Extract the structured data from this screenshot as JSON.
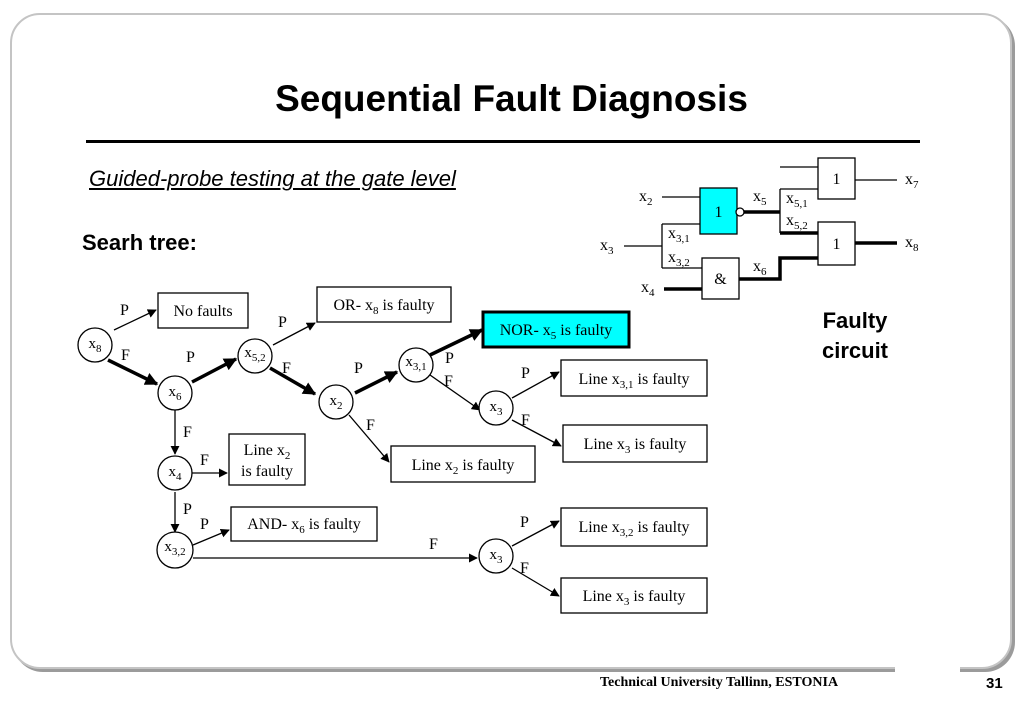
{
  "slide": {
    "title": "Sequential Fault Diagnosis",
    "subtitle": "Guided-probe testing at the gate level",
    "search_tree_label": "Searh tree:",
    "faulty_circuit_label": [
      "Faulty",
      "circuit"
    ],
    "footer": "Technical University Tallinn, ESTONIA",
    "page_number": "31"
  },
  "circuit": {
    "gates": {
      "nor_gate": "1",
      "and_gate": "&",
      "or_gate_x7": "1",
      "or_gate_x8": "1"
    },
    "signals": {
      "x2": [
        "x",
        "2"
      ],
      "x3": [
        "x",
        "3"
      ],
      "x4": [
        "x",
        "4"
      ],
      "x5": [
        "x",
        "5"
      ],
      "x6": [
        "x",
        "6"
      ],
      "x7": [
        "x",
        "7"
      ],
      "x8": [
        "x",
        "8"
      ],
      "x31": [
        "x",
        "3,1"
      ],
      "x32": [
        "x",
        "3,2"
      ],
      "x51": [
        "x",
        "5,1"
      ],
      "x52": [
        "x",
        "5,2"
      ]
    },
    "colors": {
      "faulty_gate": "#00ffff"
    }
  },
  "tree": {
    "nodes": {
      "x8": [
        "x",
        "8"
      ],
      "x6": [
        "x",
        "6"
      ],
      "x52": [
        "x",
        "5,2"
      ],
      "x2": [
        "x",
        "2"
      ],
      "x31": [
        "x",
        "3,1"
      ],
      "x3a": [
        "x",
        "3"
      ],
      "x4": [
        "x",
        "4"
      ],
      "x32": [
        "x",
        "3,2"
      ],
      "x3b": [
        "x",
        "3"
      ]
    },
    "results": {
      "no_faults": "No faults",
      "or_faulty": [
        "OR- x",
        "8",
        " is faulty"
      ],
      "nor_faulty": [
        "NOR- x",
        "5",
        " is faulty"
      ],
      "line_x31": [
        "Line x",
        "3,1",
        " is faulty"
      ],
      "line_x3a": [
        "Line x",
        "3",
        " is faulty"
      ],
      "line_x2_tree": [
        "Line x",
        "2",
        " is faulty"
      ],
      "line_x2_box": [
        "Line x",
        "2",
        "is faulty"
      ],
      "and_faulty": [
        "AND- x",
        "6",
        " is faulty"
      ],
      "line_x32": [
        "Line x",
        "3,2",
        " is faulty"
      ],
      "line_x3b": [
        "Line x",
        "3",
        " is faulty"
      ]
    },
    "edge_labels": {
      "pass": "P",
      "fail": "F"
    },
    "colors": {
      "highlight_result": "#00ffff"
    }
  }
}
